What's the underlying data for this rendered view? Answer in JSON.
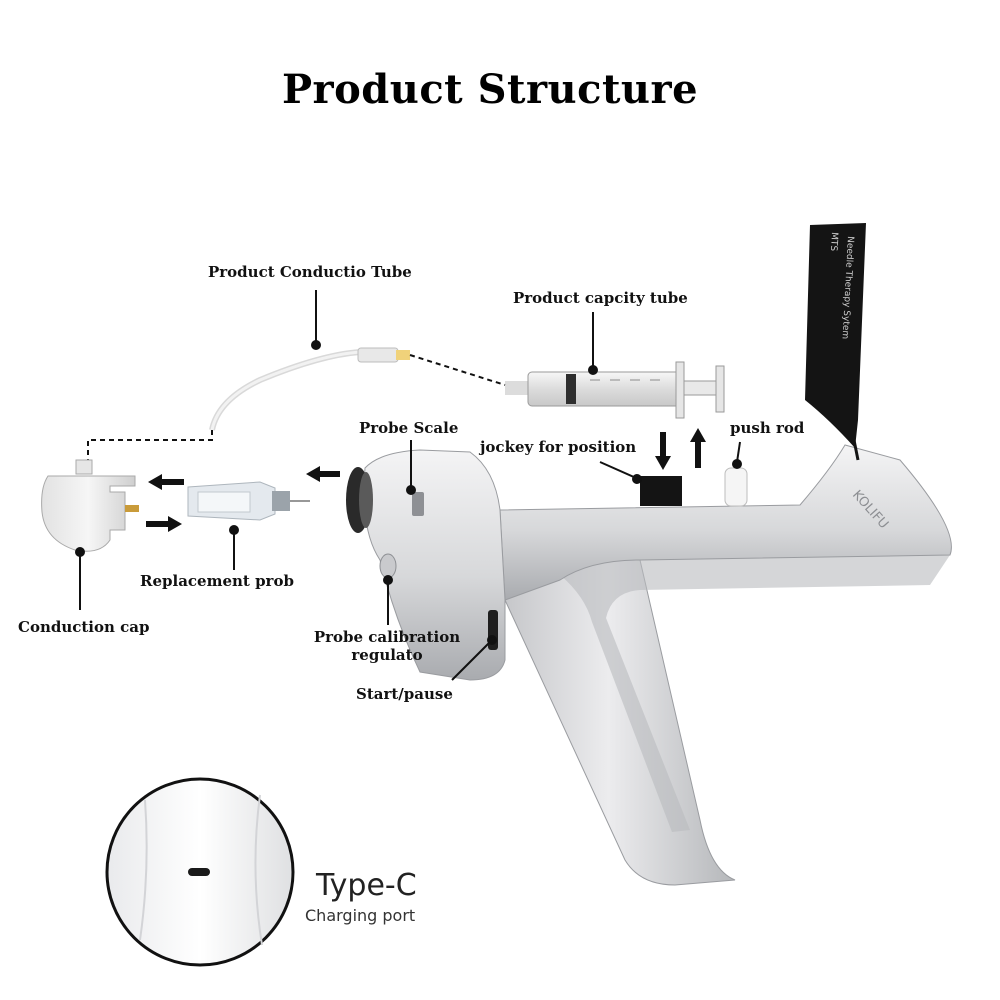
{
  "title": "Product  Structure",
  "labels": {
    "conduction_tube": "Product Conductio Tube",
    "capacity_tube": "Product capcity tube",
    "probe_scale": "Probe Scale",
    "jockey": "jockey for position",
    "push_rod": "push rod",
    "replacement_probe": "Replacement prob",
    "conduction_cap": "Conduction cap",
    "calibration_line1": "Probe calibration",
    "calibration_line2": "regulato",
    "start_pause": "Start/pause"
  },
  "device_text": {
    "brand": "KOLIFU",
    "panel_line1": "Needle Therapy Sytem",
    "panel_line2": "MTS"
  },
  "charging": {
    "type": "Type-C",
    "desc": "Charging port"
  },
  "colors": {
    "device_body": "#d9dadc",
    "device_shadow": "#9a9ca0",
    "panel": "#141414",
    "text": "#111111"
  }
}
